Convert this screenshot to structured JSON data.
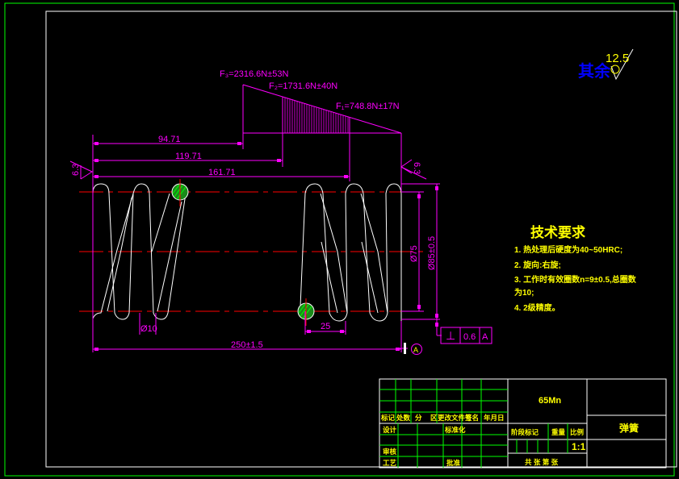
{
  "drawing": {
    "title": "弹簧",
    "material": "65Mn",
    "scale": "1:1",
    "roughness": {
      "prefix": "其余",
      "value": "12.5"
    },
    "forces": {
      "f3": "F₃=2316.6N±53N",
      "f2": "F₂=1731.6N±40N",
      "f1": "F₁=748.8N±17N"
    },
    "dimensions": {
      "d1": "94.71",
      "d2": "119.71",
      "d3": "161.71",
      "wire_dia": "Ø10",
      "pitch": "25",
      "free_length": "250±1.5",
      "inner_dia": "Ø75",
      "outer_dia": "Ø85±0.5",
      "end_roughness_left": "6.3",
      "end_roughness_right": "6.3"
    },
    "tolerance_frame": {
      "symbol": "⊥",
      "value": "0.6",
      "datum": "A"
    },
    "datum_label": "A",
    "tech_requirements": {
      "heading": "技术要求",
      "items": [
        "1. 热处理后硬度为40~50HRC;",
        "2. 旋向:右旋;",
        "3. 工作时有效圈数n=9±0.5,总圈数",
        "为10;",
        "4. 2级精度。"
      ]
    },
    "title_block": {
      "rev_headers": [
        "标记",
        "处数",
        "分",
        "区",
        "更改文件号",
        "签名",
        "年月日"
      ],
      "design": "设计",
      "standardization": "标准化",
      "review": "审核",
      "process": "工艺",
      "approve": "批准",
      "stage_mark": "阶段标记",
      "weight": "重量",
      "ratio": "比例",
      "sheets": "共 张 第 张"
    }
  }
}
